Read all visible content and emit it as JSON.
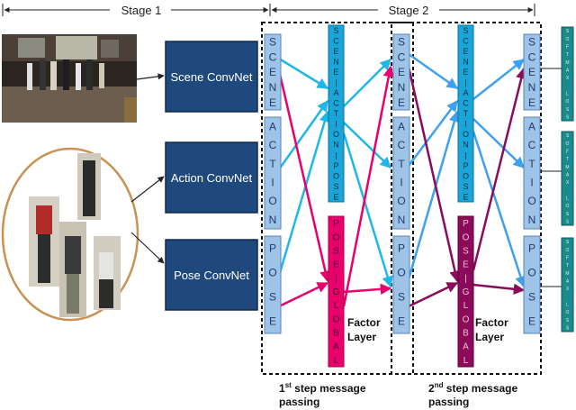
{
  "stages": {
    "stage1": "Stage 1",
    "stage2": "Stage 2"
  },
  "convnets": {
    "scene": "Scene ConvNet",
    "action": "Action ConvNet",
    "pose": "Pose ConvNet"
  },
  "node_letters": {
    "scene": [
      "S",
      "C",
      "E",
      "N",
      "E"
    ],
    "action": [
      "A",
      "C",
      "T",
      "I",
      "O",
      "N"
    ],
    "pose": [
      "P",
      "O",
      "S",
      "E"
    ]
  },
  "factor_letters": {
    "scene_action_pose": [
      "S",
      "C",
      "E",
      "N",
      "E",
      "|",
      "A",
      "C",
      "T",
      "I",
      "O",
      "N",
      "|",
      "P",
      "O",
      "S",
      "E"
    ],
    "pose_global": [
      "P",
      "O",
      "S",
      "E",
      "|",
      "G",
      "L",
      "O",
      "B",
      "A",
      "L"
    ]
  },
  "factor_layer": {
    "line1": "Factor",
    "line2": "Layer"
  },
  "step1": {
    "line1_pre": "1",
    "sup": "st",
    "line1_post": " step message",
    "line2": "passing"
  },
  "step2": {
    "line1_pre": "2",
    "sup": "nd",
    "line1_post": " step message",
    "line2": "passing"
  },
  "softmax_letters": [
    "S",
    "O",
    "F",
    "T",
    "M",
    "A",
    "X",
    " ",
    "L",
    "O",
    "S",
    "S"
  ],
  "colors": {
    "convnet": "#1f497d",
    "node_fill": "#9dc3e6",
    "sap_fill": "#1aa4d8",
    "pg_fill_1": "#e8006c",
    "pg_fill_2": "#8b0a5a",
    "softmax_fill": "#1b8a8e",
    "arrow_cyan": "#1fb7e8",
    "arrow_blue": "#3fa0f0",
    "arrow_magenta": "#e8006c",
    "arrow_purple": "#8b0a5a",
    "ellipse": "#c99255"
  }
}
